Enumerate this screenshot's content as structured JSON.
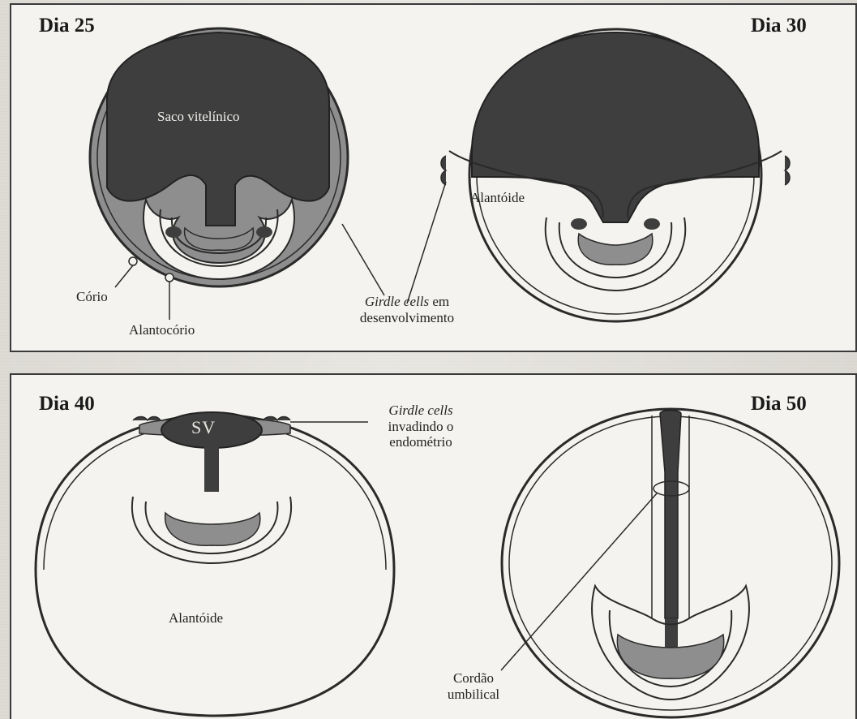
{
  "top_panel": {
    "left": {
      "day": "Dia 25",
      "yolk_sac": "Saco vitelínico",
      "chorion": "Cório",
      "allantochorion": "Alantocório"
    },
    "right": {
      "day": "Dia 30",
      "allantois": "Alantóide",
      "girdle_italic": "Girdle cells",
      "girdle_rest": " em",
      "girdle_line2": "desenvolvimento"
    }
  },
  "bottom_panel": {
    "left": {
      "day": "Dia 40",
      "yolk_sac_abbr": "SV",
      "allantois": "Alantóide",
      "girdle_italic": "Girdle cells",
      "girdle_line2": "invadindo o",
      "girdle_line3": "endométrio"
    },
    "right": {
      "day": "Dia 50",
      "cord_line1": "Cordão",
      "cord_line2": "umbilical"
    }
  },
  "colors": {
    "dark_fill": "#3e3e3e",
    "medium_fill": "#8e8e8e",
    "outline": "#2a2a2a",
    "light_fill": "#f4f3ef"
  }
}
